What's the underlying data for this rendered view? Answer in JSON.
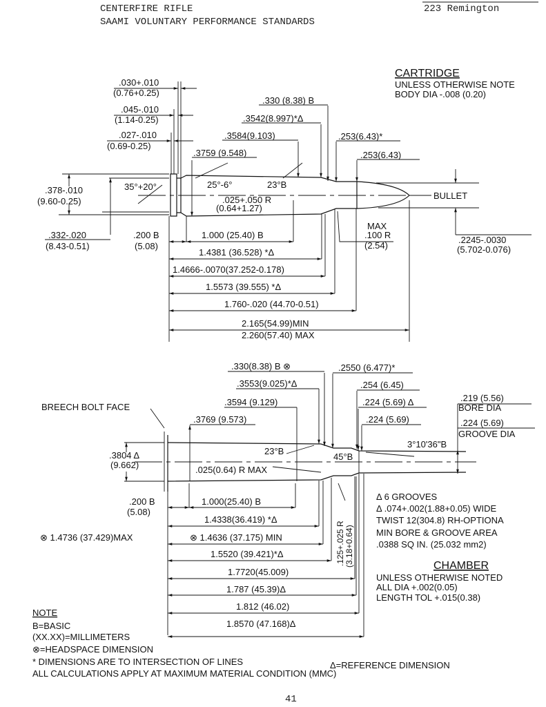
{
  "header": {
    "left_line1": "CENTERFIRE RIFLE",
    "left_line2": "SAAMI VOLUNTARY PERFORMANCE STANDARDS",
    "right_title": "223 Remington"
  },
  "cartridge": {
    "title": "CARTRIDGE",
    "note1": "UNLESS OTHERWISE NOTE",
    "note2": "BODY DIA -.008 (0.20)",
    "bullet_label": "BULLET",
    "dims": {
      "rim_thick_in": ".030+.010",
      "rim_thick_mm": "(0.76+0.25)",
      "groove_in": ".045-.010",
      "groove_mm": "(1.14-0.25)",
      "bevel_in": ".027-.010",
      "bevel_mm": "(0.69-0.25)",
      "d3759": ".3759 (9.548)",
      "d3584": ".3584(9.103)",
      "d3542": ".3542(8.997)*Δ",
      "d330": ".330 (8.38) B",
      "d253a": ".253(6.43)*",
      "d253b": ".253(6.43)",
      "angle35": "35°+20°",
      "angle25": "25°-6°",
      "angle23": "23°B",
      "r025_in": ".025+.050 R",
      "r025_mm": "(0.64+1.27)",
      "rim_dia_in": ".378-.010",
      "rim_dia_mm": "(9.60-0.25)",
      "groove_dia_in": ".332-.020",
      "groove_dia_mm": "(8.43-0.51)",
      "d200_in": ".200 B",
      "d200_mm": "(5.08)",
      "l1000": "1.000 (25.40) B",
      "l14381": "1.4381 (36.528) *Δ",
      "l14666": "1.4666-.0070(37.252-0.178)",
      "l15573": "1.5573 (39.555) *Δ",
      "l1760": "1.760-.020 (44.70-0.51)",
      "l2165": "2.165(54.99)MIN",
      "l2260": "2.260(57.40) MAX",
      "r100_a": "MAX",
      "r100_b": ".100 R",
      "r100_c": "(2.54)",
      "bullet_dia_in": ".2245-.0030",
      "bullet_dia_mm": "(5.702-0.076)"
    }
  },
  "chamber": {
    "title": "CHAMBER",
    "note1": "UNLESS OTHERWISE NOTED",
    "note2": "ALL DIA +.002(0.05)",
    "note3": "LENGTH TOL +.015(0.38)",
    "breech_label": "BREECH BOLT FACE",
    "rifling": [
      "Δ 6 GROOVES",
      "Δ .074+.002(1.88+0.05) WIDE",
      "TWIST 12(304.8) RH-OPTIONA",
      "MIN BORE & GROOVE AREA",
      ".0388 SQ IN. (25.032 mm2)"
    ],
    "dims": {
      "d330": ".330(8.38) B ⊗",
      "d3553": ".3553(9.025)*Δ",
      "d3594": ".3594 (9.129)",
      "d3769": ".3769 (9.573)",
      "d3804_in": ".3804 Δ",
      "d3804_mm": "(9.662)",
      "angle23": "23°B",
      "r025": ".025(0.64) R MAX",
      "d2550": ".2550 (6.477)*",
      "d254": ".254 (6.45)",
      "d224a": ".224 (5.69) Δ",
      "d224b": ".224 (5.69)",
      "bore_val": ".219 (5.56)",
      "bore_label": "BORE DIA",
      "groove_val": ".224 (5.69)",
      "groove_label": "GROOVE DIA",
      "angle_throat": "3°10'36\"B",
      "angle45": "45°B",
      "d200_in": ".200 B",
      "d200_mm": "(5.08)",
      "l1000": "1.000(25.40)  B",
      "l14338": "1.4338(36.419) *Δ",
      "l14736": "⊗ 1.4736 (37.429)MAX",
      "l14636": "⊗  1.4636 (37.175) MIN",
      "l15520": "1.5520 (39.421)*Δ",
      "l17720": "1.7720(45.009)",
      "l1787": "1.787 (45.39)Δ",
      "l1812": "1.812  (46.02)",
      "l18570": "1.8570 (47.168)Δ",
      "r125_in": ".125+.025 R",
      "r125_mm": "(3.18+0.64)"
    }
  },
  "notes": {
    "title": "NOTE",
    "items": [
      "B=BASIC",
      "(XX.XX)=MILLIMETERS",
      "⊗=HEADSPACE DIMENSION",
      "* DIMENSIONS ARE TO INTERSECTION OF LINES",
      "ALL CALCULATIONS APPLY AT MAXIMUM MATERIAL CONDITION (MMC)"
    ],
    "reference": "Δ=REFERENCE DIMENSION"
  },
  "page_number": "41"
}
